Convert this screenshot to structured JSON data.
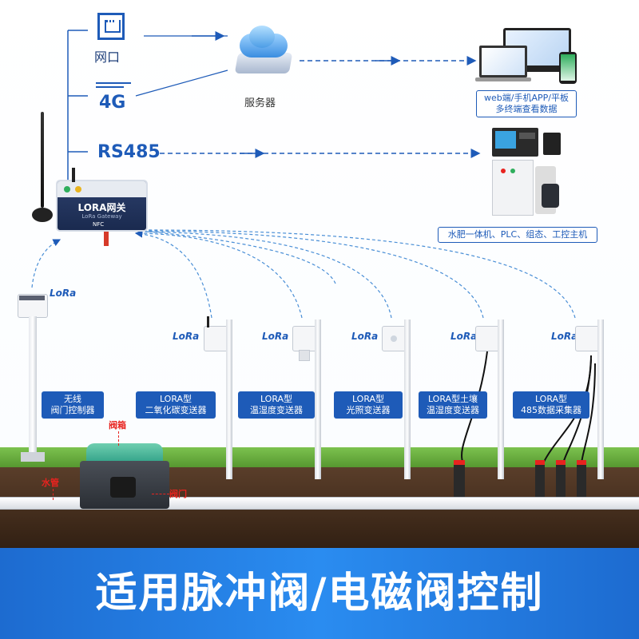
{
  "network": {
    "ethernet_label": "网口",
    "cellular_label": "4G",
    "rs485_label": "RS485"
  },
  "server": {
    "label": "服务器"
  },
  "terminals": {
    "caption": "web端/手机APP/平板\n多终端查看数据"
  },
  "controller_host": {
    "caption": "水肥一体机、PLC、组态、工控主机"
  },
  "gateway": {
    "title": "LORA网关",
    "subtitle": "LoRa Gateway",
    "nfc": "NFC"
  },
  "lora_badge": "LoRa",
  "devices": [
    {
      "label": "无线\n阀门控制器"
    },
    {
      "label": "LORA型\n二氧化碳变送器"
    },
    {
      "label": "LORA型\n温湿度变送器"
    },
    {
      "label": "LORA型\n光照变送器"
    },
    {
      "label": "LORA型土壤\n温湿度变送器"
    },
    {
      "label": "LORA型\n485数据采集器"
    }
  ],
  "field": {
    "valve_box": "阀箱",
    "water_pipe": "水管",
    "valve": "阀门"
  },
  "footer": {
    "title": "适用脉冲阀/电磁阀控制"
  },
  "colors": {
    "brand_blue": "#1e5bb8",
    "accent_red": "#e8231f",
    "banner_blue": "#2a8cf0"
  }
}
